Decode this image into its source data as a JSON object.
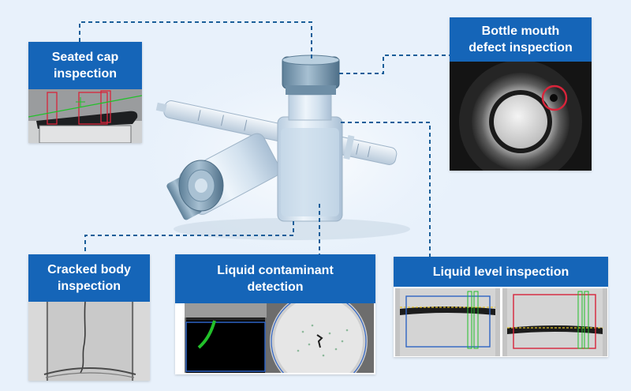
{
  "panels": {
    "seated_cap": {
      "title_line1": "Seated cap",
      "title_line2": "inspection"
    },
    "bottle_mouth": {
      "title_line1": "Bottle mouth",
      "title_line2": "defect inspection"
    },
    "cracked_body": {
      "title_line1": "Cracked body",
      "title_line2": "inspection"
    },
    "liquid_contaminant": {
      "title_line1": "Liquid contaminant",
      "title_line2": "detection"
    },
    "liquid_level": {
      "title_line1": "Liquid level inspection"
    }
  },
  "colors": {
    "header_blue": "#1565b8",
    "connector_blue": "#1a5e99",
    "background": "#e8f1fb",
    "highlight_red": "#d8243a",
    "detection_green": "#22c02a"
  }
}
